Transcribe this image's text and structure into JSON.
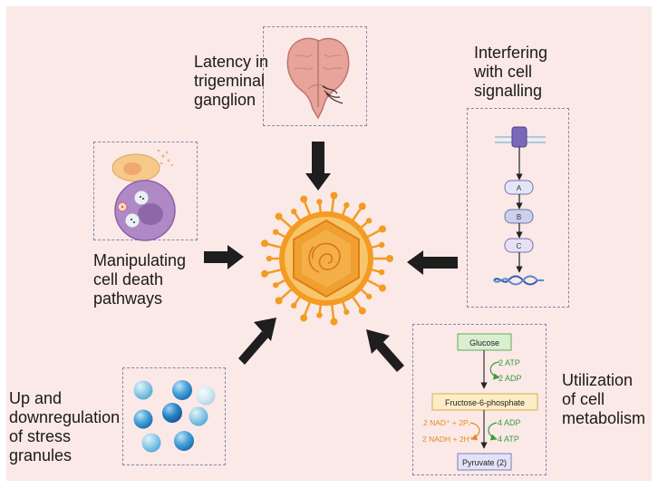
{
  "labels": {
    "latency": [
      "Latency in",
      "trigeminal",
      "ganglion"
    ],
    "signalling": [
      "Interfering",
      "with cell",
      "signalling"
    ],
    "cell_death": [
      "Manipulating",
      "cell death",
      "pathways"
    ],
    "metabolism": [
      "Utilization",
      "of cell",
      "metabolism"
    ],
    "stress_granules": [
      "Up and",
      "downregulation",
      "of stress",
      "granules"
    ]
  },
  "signalling_nodes": [
    "A",
    "B",
    "C"
  ],
  "metabolism": {
    "glucose": "Glucose",
    "atp_in": "2 ATP",
    "adp_out": "2 ADP",
    "f6p": "Fructose-6-phosphate",
    "nad_in": "2 NAD⁺ + 2Pᵢ",
    "nadh_out": "2 NADH + 2H⁺",
    "adp_in": "4 ADP",
    "atp_out": "4 ATP",
    "pyruvate": "Pyruvate (2)"
  },
  "colors": {
    "background": "#fbe9e7",
    "virus_outer": "#f39b22",
    "virus_inner": "#f8c66a",
    "capsid": "#f0a030",
    "arrow": "#1e1e1e",
    "atp_green": "#3c9a3c",
    "nad_orange": "#e38a25"
  },
  "icons": [
    "brain-icon",
    "virus-icon",
    "cell-death-icon",
    "stress-granule-icon",
    "signalling-pathway-icon",
    "glycolysis-icon"
  ]
}
